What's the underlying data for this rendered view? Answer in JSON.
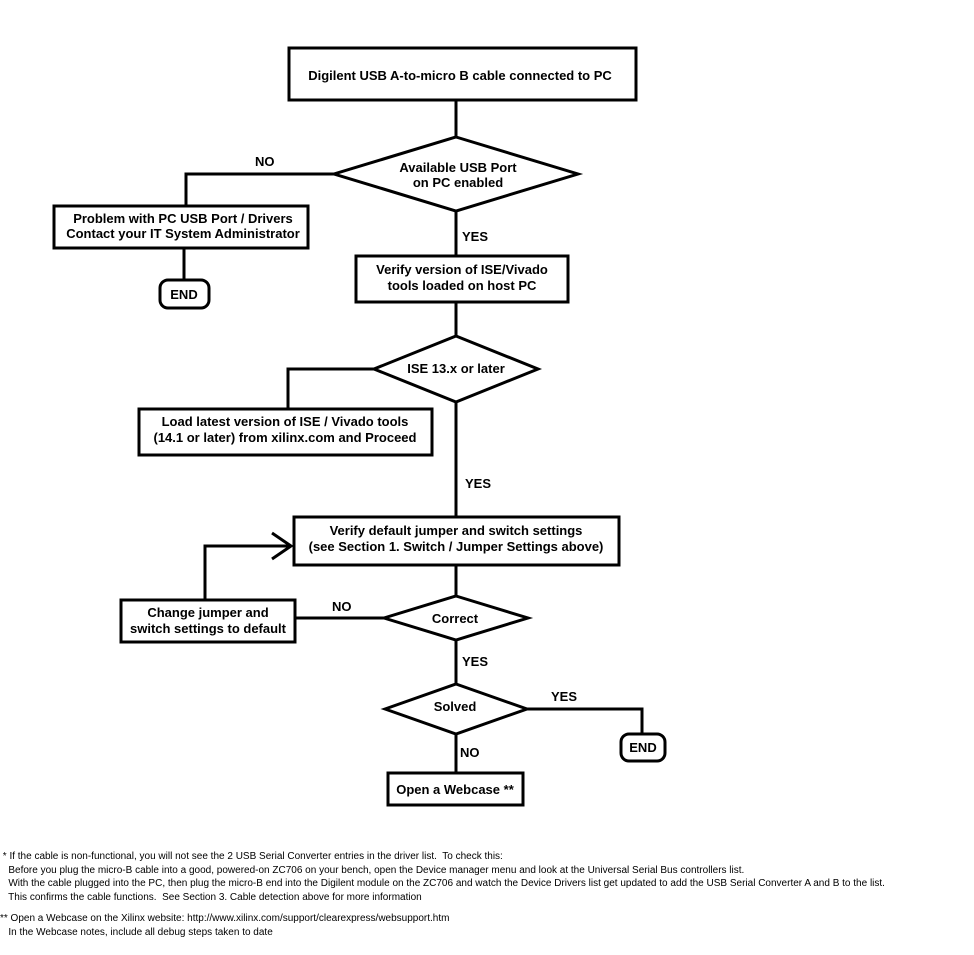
{
  "nodes": {
    "start": {
      "lines": [
        "Digilent USB A-to-micro B cable connected to PC"
      ]
    },
    "usb_port": {
      "lines": [
        "Available USB Port",
        "on PC enabled"
      ]
    },
    "problem_usb": {
      "lines": [
        "Problem with PC USB Port / Drivers",
        "Contact your IT System Administrator"
      ]
    },
    "end_left": {
      "lines": [
        "END"
      ]
    },
    "verify_version": {
      "lines": [
        "Verify version of ISE/Vivado",
        "tools loaded on host PC"
      ]
    },
    "ise_check": {
      "lines": [
        "ISE 13.x or later"
      ]
    },
    "load_latest": {
      "lines": [
        "Load latest version of ISE / Vivado tools",
        "(14.1 or later) from xilinx.com and Proceed"
      ]
    },
    "verify_jumper": {
      "lines": [
        "Verify default jumper and switch settings",
        "(see Section 1. Switch / Jumper Settings above)"
      ]
    },
    "correct": {
      "lines": [
        "Correct"
      ]
    },
    "change_jumper": {
      "lines": [
        "Change jumper and",
        "switch settings to default"
      ]
    },
    "solved": {
      "lines": [
        "Solved"
      ]
    },
    "end_right": {
      "lines": [
        "END"
      ]
    },
    "webcase": {
      "lines": [
        "Open a Webcase **"
      ]
    }
  },
  "edge_labels": {
    "usb_no": "NO",
    "usb_yes": "YES",
    "ise_yes": "YES",
    "correct_no": "NO",
    "correct_yes": "YES",
    "solved_yes": "YES",
    "solved_no": "NO"
  },
  "notes": {
    "note1": [
      " * If the cable is non-functional, you will not see the 2 USB Serial Converter entries in the driver list.  To check this:",
      "   Before you plug the micro-B cable into a good, powered-on ZC706 on your bench, open the Device manager menu and look at the Universal Serial Bus controllers list.",
      "   With the cable plugged into the PC, then plug the micro-B end into the Digilent module on the ZC706 and watch the Device Drivers list get updated to add the USB Serial Converter A and B to the list.",
      "   This confirms the cable functions.  See Section 3. Cable detection above for more information"
    ],
    "note2": [
      "** Open a Webcase on the Xilinx website: http://www.xilinx.com/support/clearexpress/websupport.htm",
      "   In the Webcase notes, include all debug steps taken to date"
    ]
  }
}
